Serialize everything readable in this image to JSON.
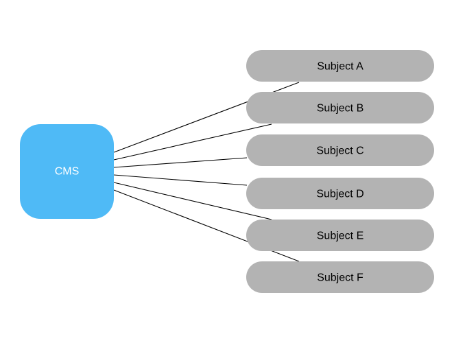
{
  "diagram": {
    "central_node": {
      "label": "CMS",
      "color": "#4FBAF6",
      "text_color": "#ffffff"
    },
    "subject_color": "#B3B3B3",
    "subject_text_color": "#000000",
    "edge_color": "#000000",
    "subjects": [
      {
        "label": "Subject A"
      },
      {
        "label": "Subject B"
      },
      {
        "label": "Subject C"
      },
      {
        "label": "Subject D"
      },
      {
        "label": "Subject E"
      },
      {
        "label": "Subject F"
      }
    ]
  }
}
